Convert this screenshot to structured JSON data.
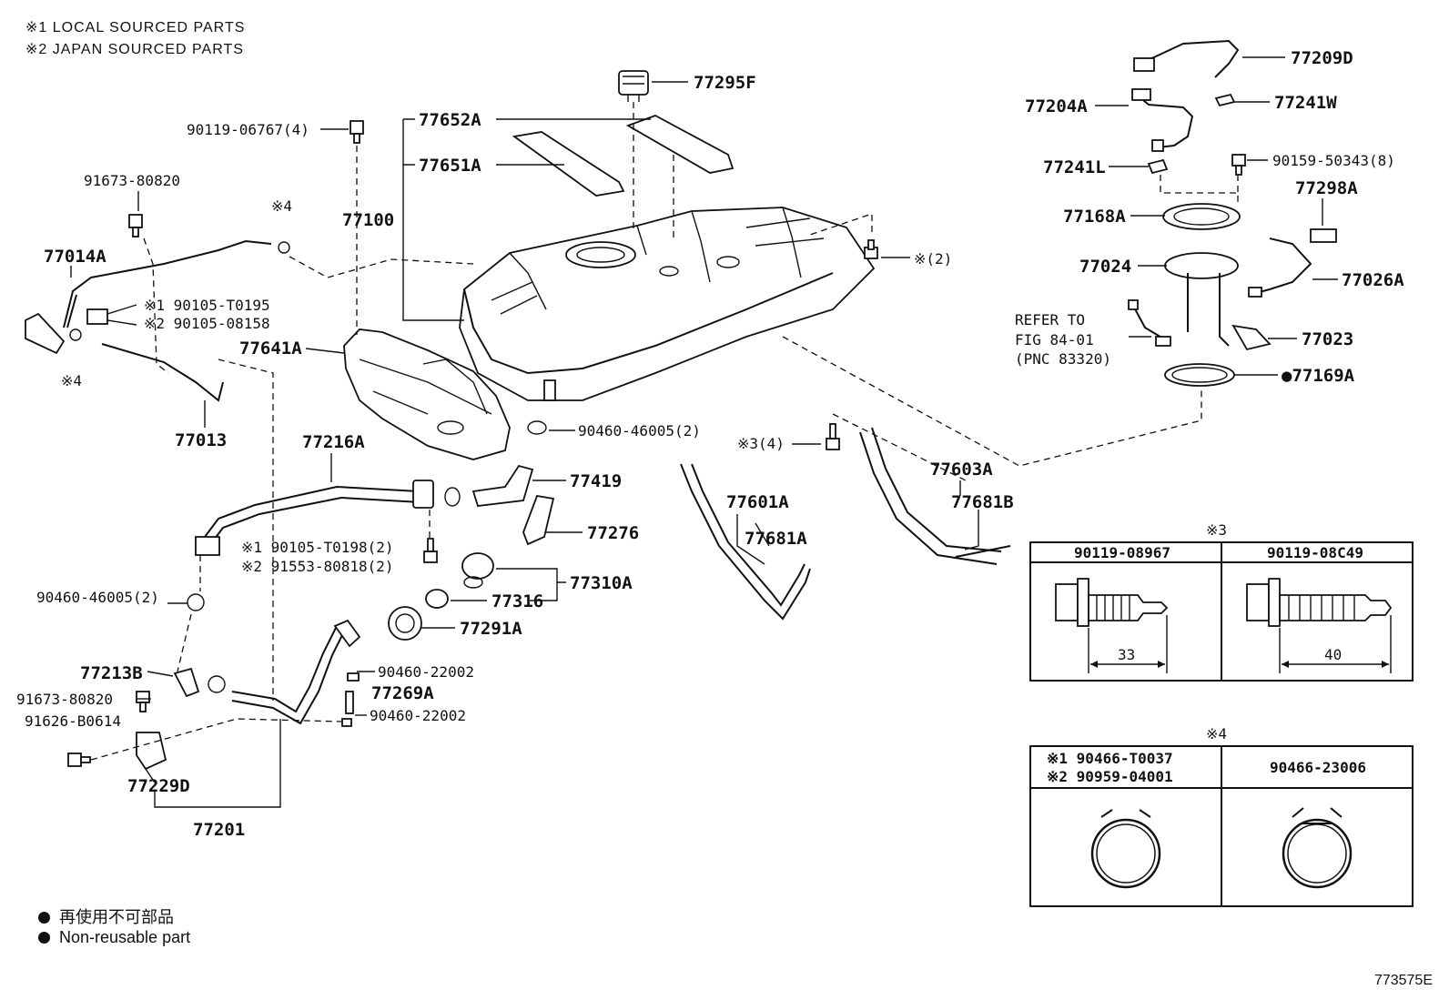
{
  "header": {
    "note1": "※1 LOCAL SOURCED PARTS",
    "note2": "※2 JAPAN SOURCED PARTS"
  },
  "legend": {
    "line1": "再使用不可部品",
    "line2": "Non-reusable part"
  },
  "figure_number": "773575E",
  "labels": {
    "p77295F": "77295F",
    "p77652A": "77652A",
    "p77651A": "77651A",
    "p77100": "77100",
    "p90119_06767": "90119-06767(4)",
    "p91673_80820a": "91673-80820",
    "p77014A": "77014A",
    "mark4a": "※4",
    "mark4b": "※4",
    "p190105_T0195": "※1 90105-T0195",
    "p290105_08158": "※2 90105-08158",
    "p77641A": "77641A",
    "p77013": "77013",
    "p77216A": "77216A",
    "p90460_46005a": "90460-46005(2)",
    "p77419": "77419",
    "p77276": "77276",
    "p190105_T0198": "※1 90105-T0198(2)",
    "p291553_80818": "※2 91553-80818(2)",
    "p90460_46005b": "90460-46005(2)",
    "p77310A": "77310A",
    "p77316": "77316",
    "p77291A": "77291A",
    "p77213B": "77213B",
    "p90460_22002a": "90460-22002",
    "p77269A": "77269A",
    "p90460_22002b": "90460-22002",
    "p91673_80820b": "91673-80820",
    "p91626_B0614": "91626-B0614",
    "p77229D": "77229D",
    "p77201": "77201",
    "p3_4": "※3(4)",
    "p77601A": "77601A",
    "p77681Aa": "77681A",
    "p77603A": "77603A",
    "p77681B": "77681B",
    "p_2": "※(2)",
    "p77209D": "77209D",
    "p77204A": "77204A",
    "p77241W": "77241W",
    "p77241L": "77241L",
    "p90159_50343": "90159-50343(8)",
    "p77298A": "77298A",
    "p77168A": "77168A",
    "p77024": "77024",
    "p77026A": "77026A",
    "refer1": "REFER TO",
    "refer2": "FIG 84-01",
    "refer3": "(PNC 83320)",
    "p77023": "77023",
    "p77169A": "●77169A"
  },
  "table3": {
    "mark": "※3",
    "col1_head": "90119-08967",
    "col2_head": "90119-08C49",
    "col1_dim": "33",
    "col2_dim": "40"
  },
  "table4": {
    "mark": "※4",
    "col1_head_a": "※1 90466-T0037",
    "col1_head_b": "※2 90959-04001",
    "col2_head": "90466-23006"
  }
}
